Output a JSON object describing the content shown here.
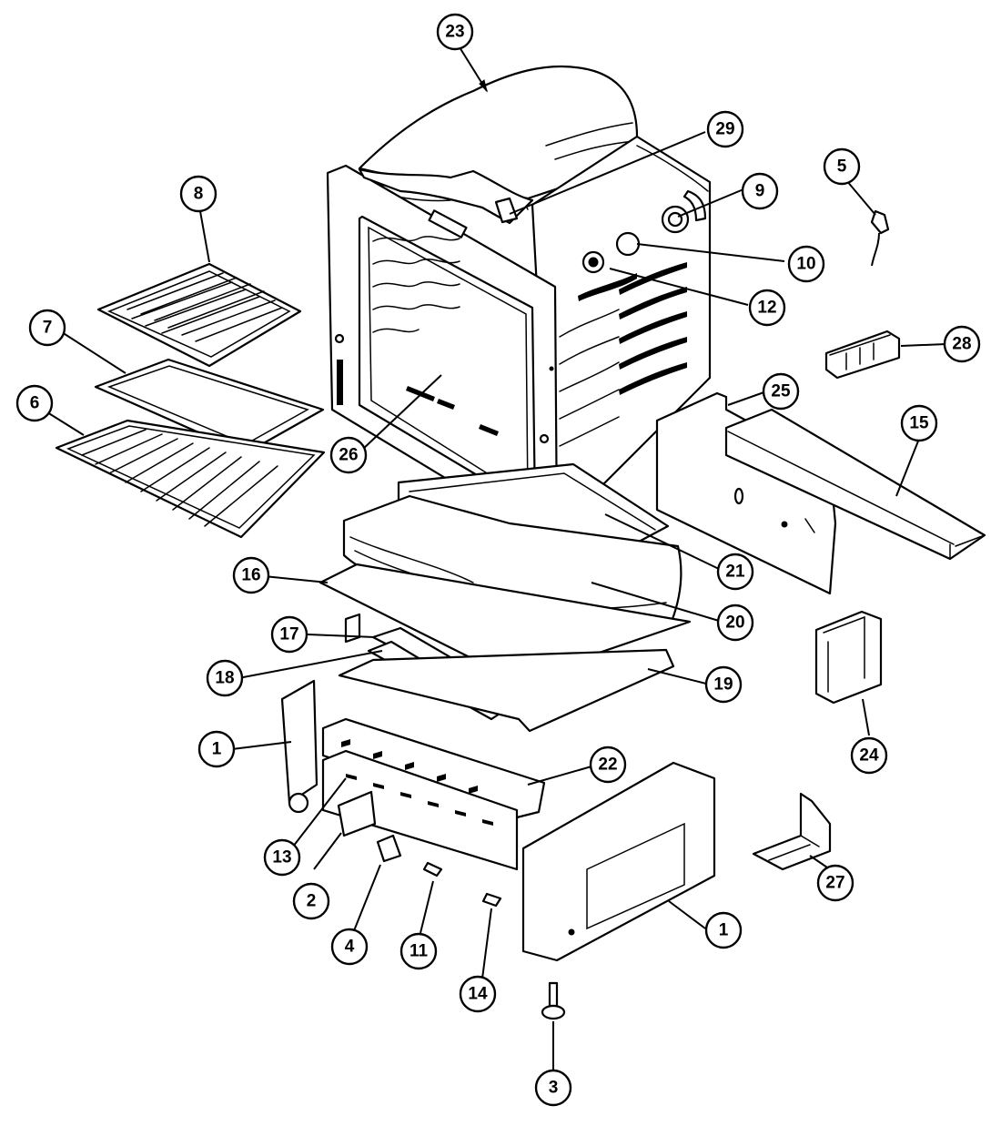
{
  "diagram": {
    "type": "exploded-parts-diagram",
    "subject": "range oven body",
    "colors": {
      "line": "#000000",
      "background": "#ffffff"
    },
    "callouts": [
      {
        "id": "c23",
        "label": "23"
      },
      {
        "id": "c29",
        "label": "29"
      },
      {
        "id": "c9",
        "label": "9"
      },
      {
        "id": "c5",
        "label": "5"
      },
      {
        "id": "c10",
        "label": "10"
      },
      {
        "id": "c12",
        "label": "12"
      },
      {
        "id": "c8",
        "label": "8"
      },
      {
        "id": "c28",
        "label": "28"
      },
      {
        "id": "c7",
        "label": "7"
      },
      {
        "id": "c25",
        "label": "25"
      },
      {
        "id": "c6",
        "label": "6"
      },
      {
        "id": "c15",
        "label": "15"
      },
      {
        "id": "c26",
        "label": "26"
      },
      {
        "id": "c21",
        "label": "21"
      },
      {
        "id": "c16",
        "label": "16"
      },
      {
        "id": "c20",
        "label": "20"
      },
      {
        "id": "c17",
        "label": "17"
      },
      {
        "id": "c18",
        "label": "18"
      },
      {
        "id": "c19",
        "label": "19"
      },
      {
        "id": "c1a",
        "label": "1"
      },
      {
        "id": "c24",
        "label": "24"
      },
      {
        "id": "c22",
        "label": "22"
      },
      {
        "id": "c13",
        "label": "13"
      },
      {
        "id": "c27",
        "label": "27"
      },
      {
        "id": "c2",
        "label": "2"
      },
      {
        "id": "c1b",
        "label": "1"
      },
      {
        "id": "c4",
        "label": "4"
      },
      {
        "id": "c11",
        "label": "11"
      },
      {
        "id": "c14",
        "label": "14"
      },
      {
        "id": "c3",
        "label": "3"
      }
    ]
  }
}
